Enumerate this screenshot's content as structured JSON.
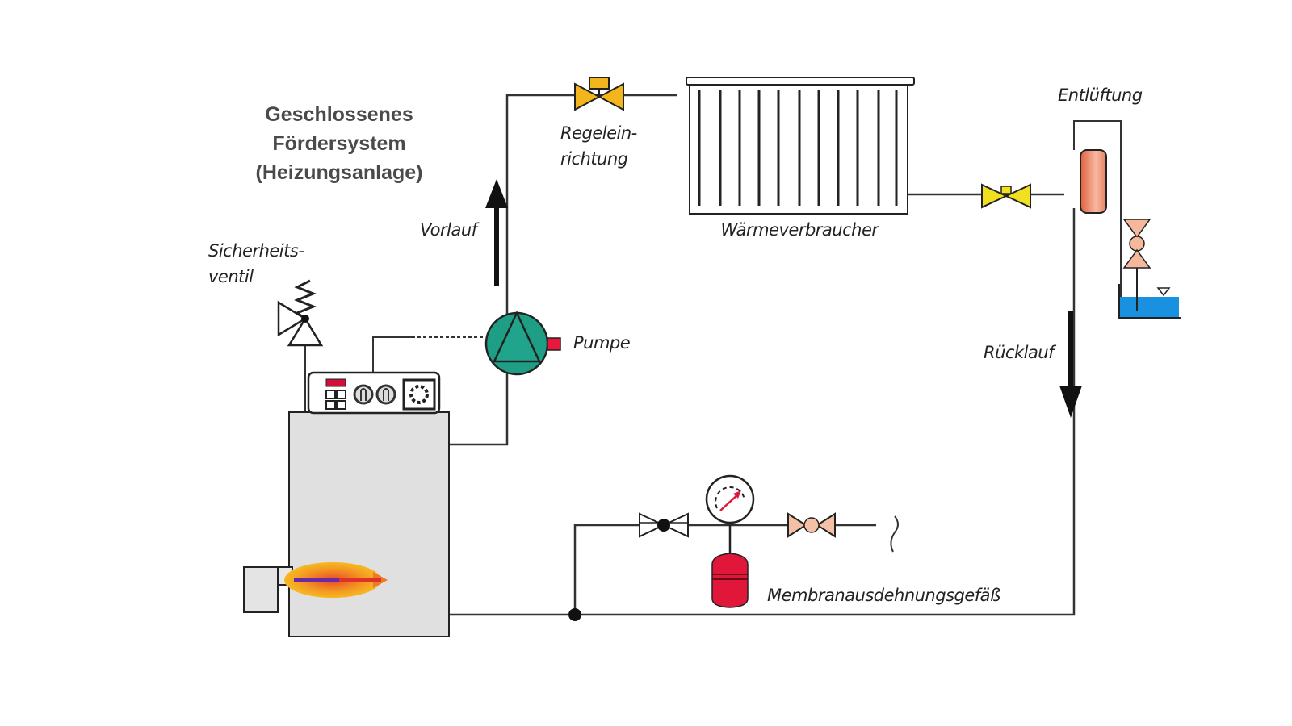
{
  "title": {
    "lines": [
      "Geschlossenes",
      "Fördersystem",
      "(Heizungsanlage)"
    ]
  },
  "labels": {
    "safety_valve": [
      "Sicherheits-",
      "ventil"
    ],
    "control_valve": [
      "Regelein-",
      "richtung"
    ],
    "supply": "Vorlauf",
    "return": "Rücklauf",
    "pump": "Pumpe",
    "radiator": "Wärmeverbraucher",
    "venting": "Entlüftung",
    "expansion_vessel": "Membranausdehnungsgefäß"
  },
  "colors": {
    "boiler_fill": "#e0e0e0",
    "pump_fill": "#1f9e86",
    "pump_motor": "#e8183c",
    "control_valve_fill": "#f2b51c",
    "return_valve_fill": "#f0e020",
    "air_separator_fill": "#ee9070",
    "vent_valve_fill": "#f5b89a",
    "water_fill": "#1a90e0",
    "expansion_vessel_fill": "#e0163a",
    "gauge_needle": "#e0163a",
    "panel_indicator": "#d0103a",
    "flame_outer": "#f6c21a",
    "flame_inner": "#e8502a",
    "flame_core": "#6a2aa8"
  }
}
